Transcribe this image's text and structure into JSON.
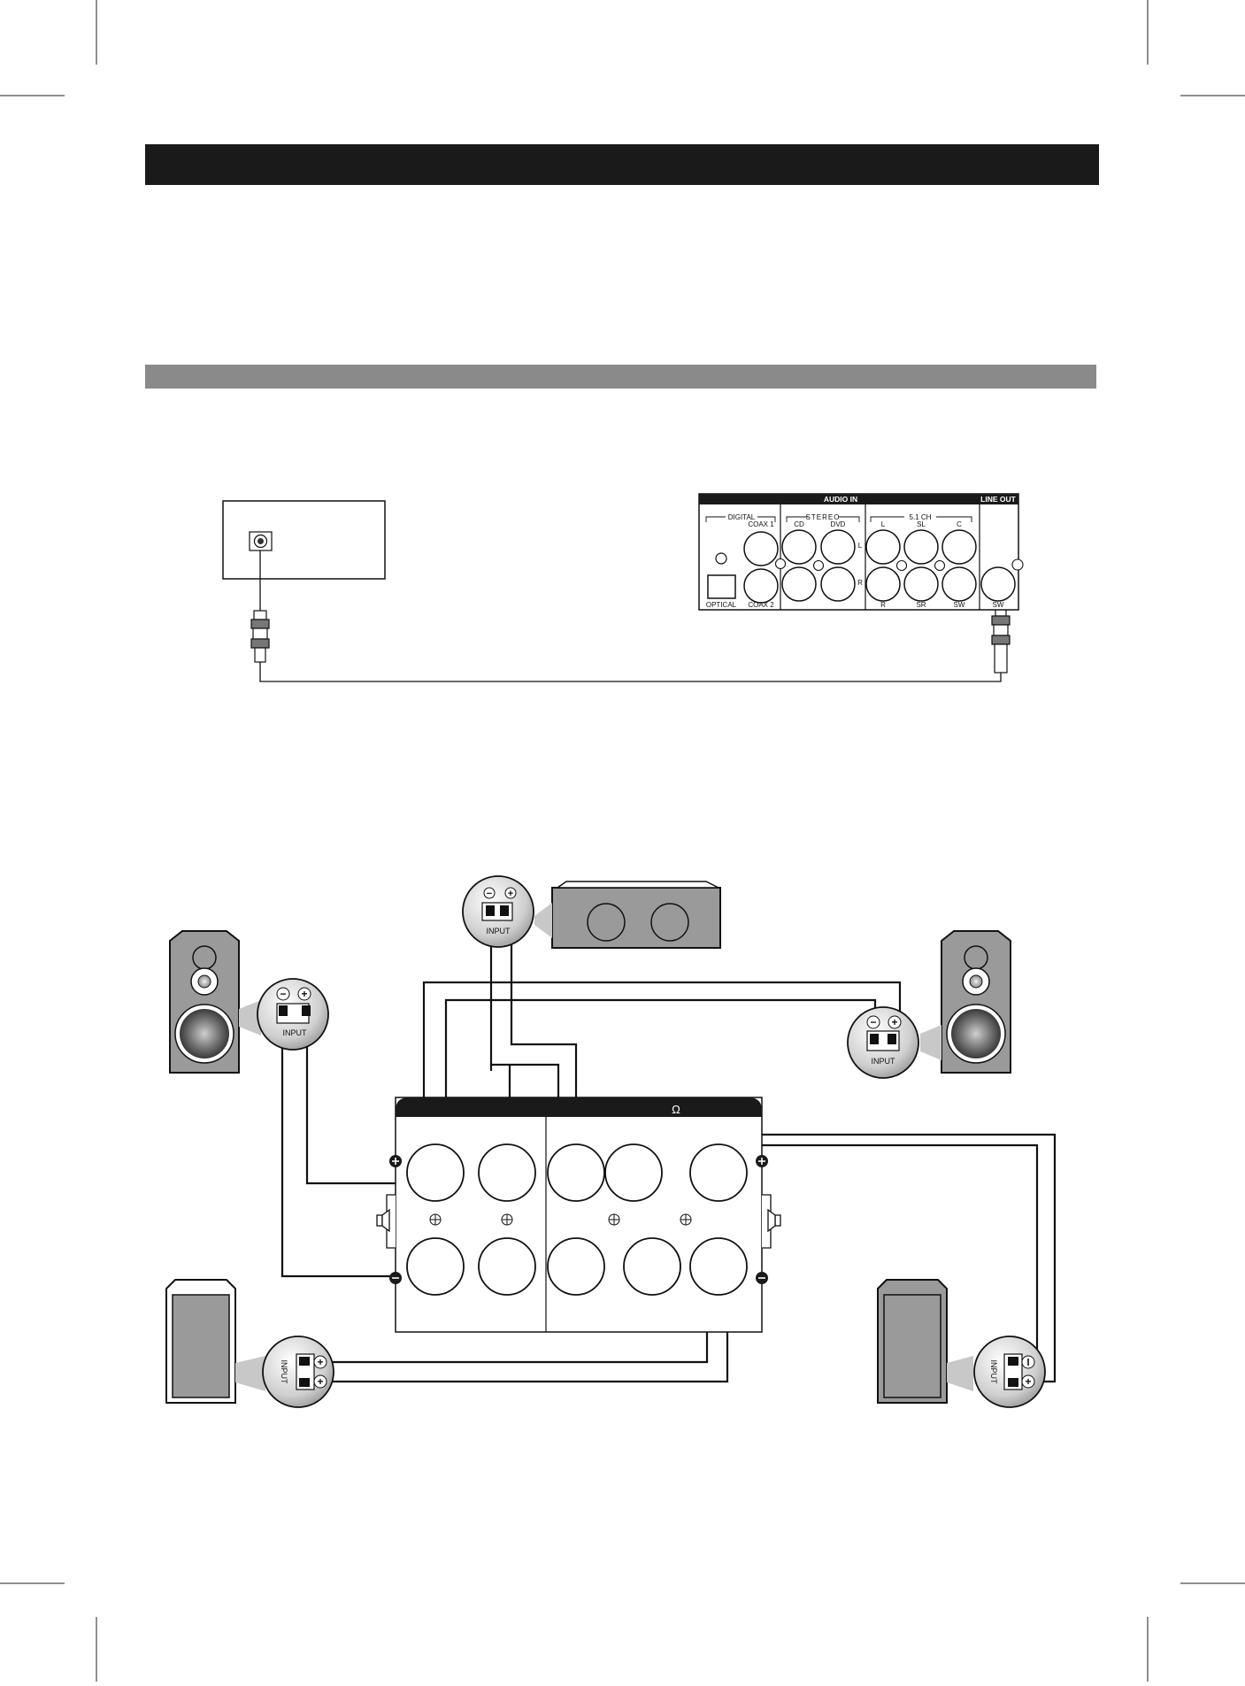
{
  "panel": {
    "section_title": "AUDIO IN",
    "line_out_title": "LINE OUT",
    "group_digital": "DIGITAL",
    "group_stereo": "STEREO",
    "group_51": "5.1 CH",
    "lbl_coax1": "COAX 1",
    "lbl_coax2": "COAX 2",
    "lbl_optical": "OPTICAL",
    "lbl_cd": "CD",
    "lbl_dvd": "DVD",
    "lbl_side_l": "L",
    "lbl_side_r": "R",
    "lbl_l": "L",
    "lbl_sl": "SL",
    "lbl_c": "C",
    "lbl_r": "R",
    "lbl_sr": "SR",
    "lbl_sw": "SW",
    "lbl_lineout_sw": "SW"
  },
  "terminals": {
    "ohm_symbol": "Ω"
  },
  "speakers": {
    "input_label": "INPUT",
    "minus": "−",
    "plus": "+"
  },
  "colors": {
    "header_bar": "#1a1a1a",
    "subheader_bar": "#8a8a8a",
    "line": "#111111",
    "speaker_gray": "#9a9a9a"
  }
}
